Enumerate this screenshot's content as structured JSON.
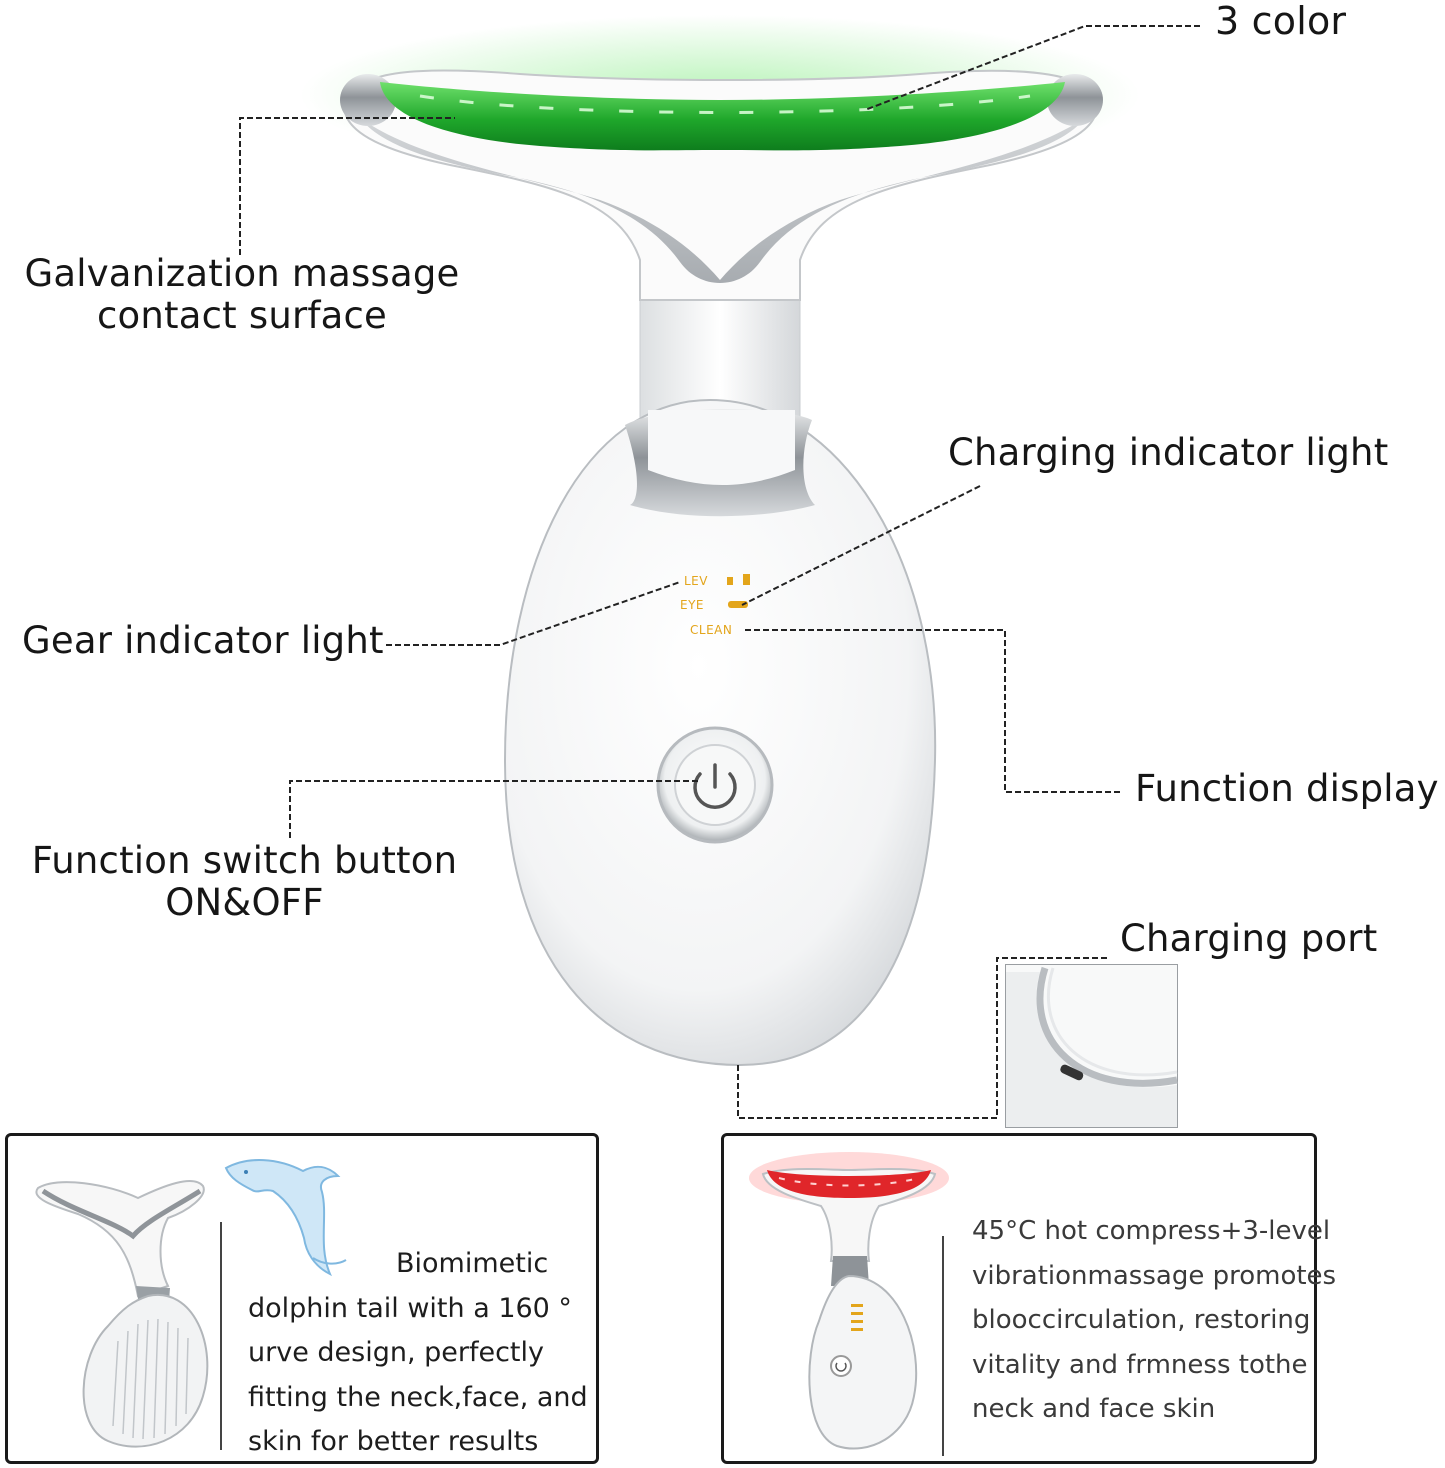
{
  "labels": {
    "three_color": "3 color",
    "galvanization": [
      "Galvanization massage",
      "contact surface"
    ],
    "charging_indicator": "Charging indicator light",
    "gear_indicator": "Gear indicator light",
    "function_display": "Function display",
    "function_switch": [
      "Function switch button",
      "ON&OFF"
    ],
    "charging_port": "Charging port"
  },
  "device_display": {
    "lev": "LEV",
    "eye": "EYE",
    "clean": "CLEAN"
  },
  "panels": {
    "dolphin": {
      "lines": [
        "Biomimetic",
        "dolphin tail with a 160 °",
        "urve design, perfectly",
        "fitting the neck,face, and",
        " skin for better results"
      ]
    },
    "hot_compress": {
      "lines": [
        "45°C hot compress+3-level",
        "vibrationmassage promotes",
        "blooccirculation, restoring",
        "vitality and frmness tothe",
        "neck and face skin"
      ]
    }
  },
  "colors": {
    "led_green": "#2fbf3a",
    "led_red": "#e0262a",
    "indicator_amber": "#e3a51b",
    "chrome": "#a9adb1"
  }
}
